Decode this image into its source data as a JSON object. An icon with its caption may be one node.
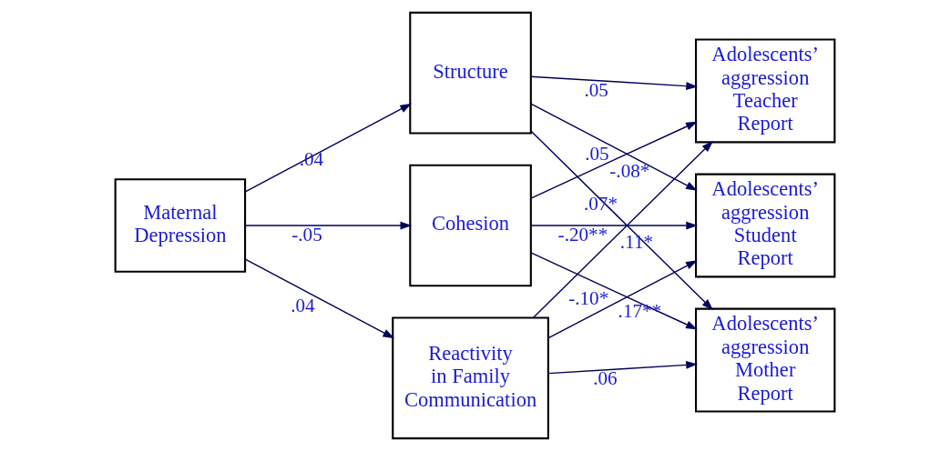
{
  "diagram": {
    "nodes": [
      {
        "text": [
          "Maternal Depression"
        ]
      },
      {
        "text": [
          "Structure"
        ]
      },
      {
        "text": [
          "Cohesion"
        ]
      },
      {
        "text": [
          "Reactivity in Family Communication"
        ]
      },
      {
        "text": [
          "Adolescents’ aggression Teacher Report"
        ]
      },
      {
        "text": [
          "Adolescents’ aggression Student Report"
        ]
      },
      {
        "text": [
          "Adolescents’ aggression Mother Report"
        ]
      }
    ],
    "edges": [
      {
        "from": 0,
        "to": 1,
        "arrow": "to",
        "label": ".04"
      },
      {
        "from": 0,
        "to": 2,
        "arrow": "to",
        "label": "-.05"
      },
      {
        "from": 0,
        "to": 3,
        "arrow": "to",
        "label": ".04"
      },
      {
        "from": 1,
        "to": 4,
        "arrow": "to",
        "label": ".05"
      },
      {
        "from": 2,
        "to": 4,
        "arrow": "to",
        "label": "-.08*"
      },
      {
        "from": 3,
        "to": 4,
        "arrow": "to",
        "label": ".11*"
      },
      {
        "from": 1,
        "to": 5,
        "arrow": "to",
        "label": ".05"
      },
      {
        "from": 2,
        "to": 5,
        "arrow": "to",
        "label": "-.20**"
      },
      {
        "from": 3,
        "to": 5,
        "arrow": "to",
        "label": ".17**"
      },
      {
        "from": 1,
        "to": 6,
        "arrow": "to",
        "label": ".07*"
      },
      {
        "from": 2,
        "to": 6,
        "arrow": "to",
        "label": "-.10*"
      },
      {
        "from": 3,
        "to": 6,
        "arrow": "to",
        "label": ".06"
      }
    ]
  }
}
